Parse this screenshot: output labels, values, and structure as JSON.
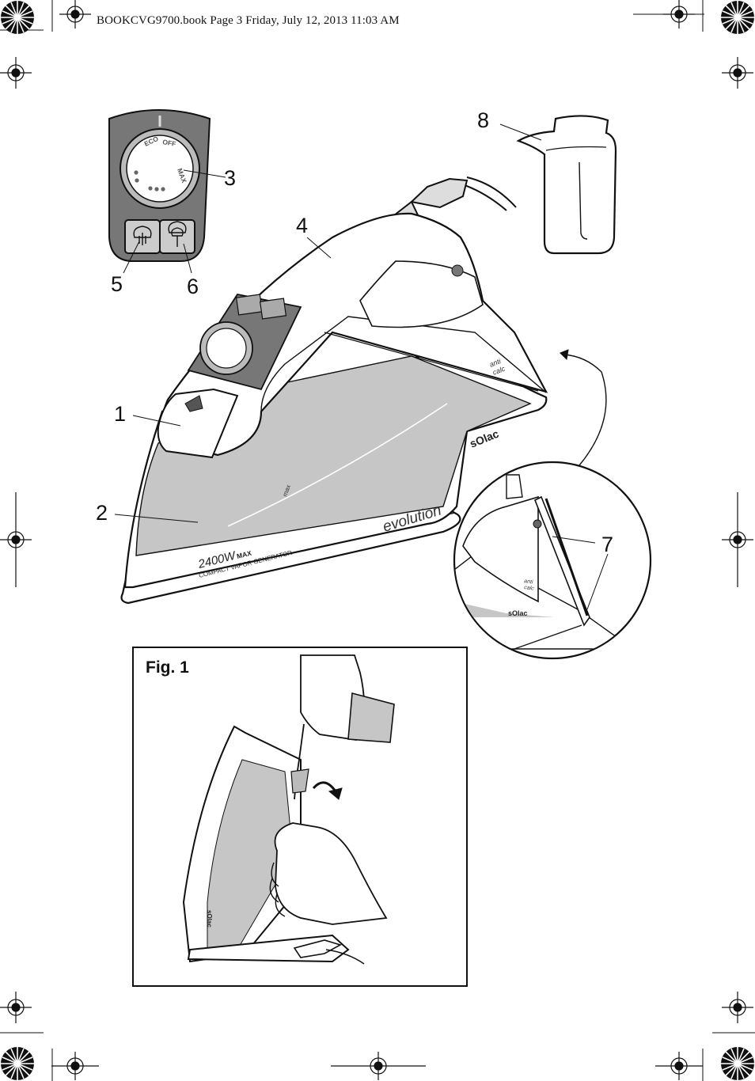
{
  "header": {
    "text": "BOOKCVG9700.book  Page 3  Friday, July 12, 2013  11:03 AM"
  },
  "callouts": [
    "1",
    "2",
    "3",
    "4",
    "5",
    "6",
    "7",
    "8"
  ],
  "dial": {
    "off": "OFF",
    "eco": "ECO",
    "max": "MAX"
  },
  "iron": {
    "brand": "sOlac",
    "model": "evolution",
    "power": "2400W",
    "power_suffix": "MAX",
    "subtitle": "COMPACT VAPOR GENERATOR",
    "anticalc_line1": "anti",
    "anticalc_line2": "calc",
    "max_mark": "max"
  },
  "figure": {
    "label": "Fig. 1"
  }
}
